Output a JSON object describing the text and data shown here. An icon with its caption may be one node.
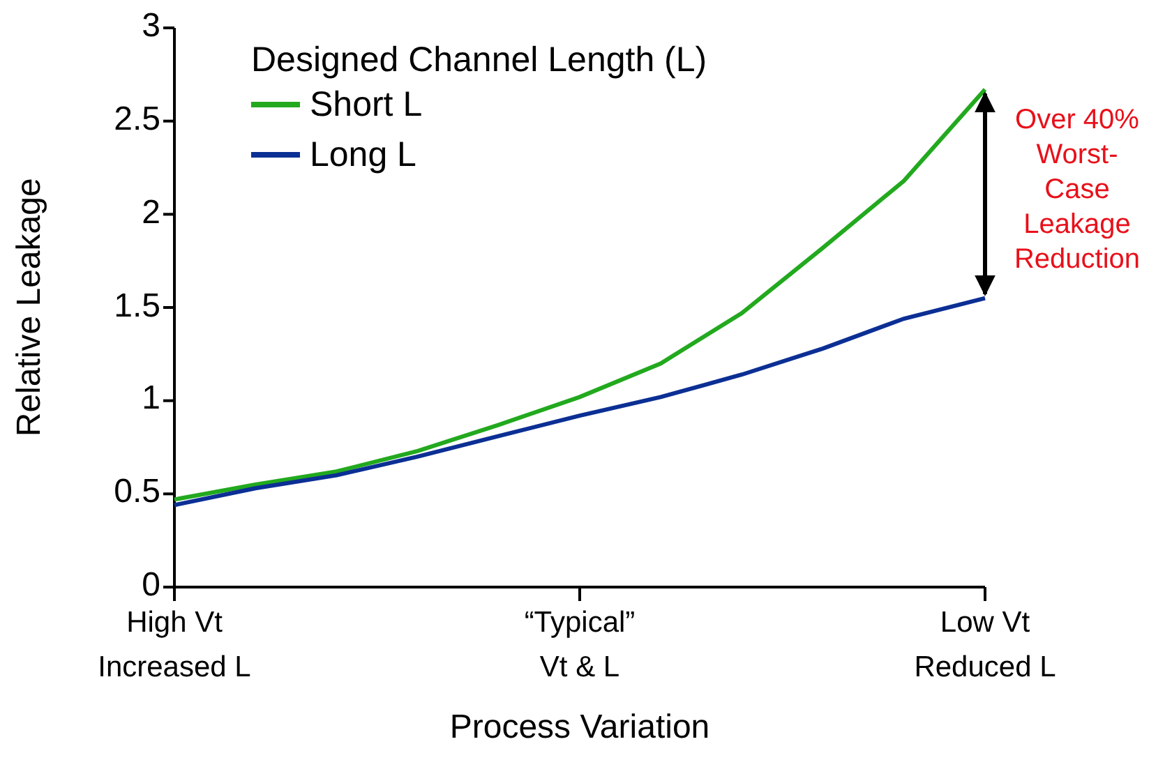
{
  "diagram": {
    "chart_data": {
      "type": "line",
      "xlabel": "Process Variation",
      "ylabel": "Relative Leakage",
      "categories": [
        "High Vt Increased L",
        null,
        null,
        null,
        null,
        "“Typical” Vt & L",
        null,
        null,
        null,
        null,
        "Low Vt Reduced L"
      ],
      "series": [
        {
          "name": "Short L",
          "color": "#22a91e",
          "values": [
            0.47,
            0.55,
            0.62,
            0.73,
            0.87,
            1.02,
            1.2,
            1.47,
            1.82,
            2.18,
            2.67
          ]
        },
        {
          "name": "Long L",
          "color": "#0b2f94",
          "values": [
            0.44,
            0.53,
            0.6,
            0.7,
            0.81,
            0.92,
            1.02,
            1.14,
            1.28,
            1.44,
            1.55
          ]
        }
      ],
      "legend": {
        "title": "Designed Channel Length (L)"
      },
      "ylim": [
        0,
        3
      ],
      "yticks": [
        0,
        0.5,
        1,
        1.5,
        2,
        2.5,
        3
      ],
      "annotations": [
        "Over 40% Worst-Case Leakage Reduction"
      ]
    }
  }
}
